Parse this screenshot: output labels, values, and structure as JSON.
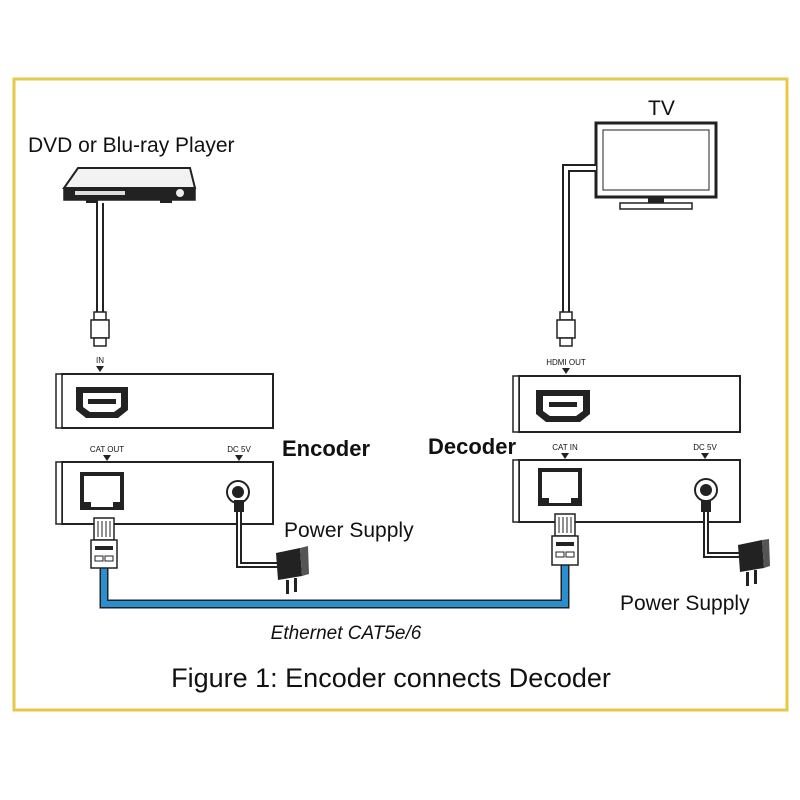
{
  "frame": {
    "border_color": "#e8c84a"
  },
  "devices": {
    "source": "DVD or Blu-ray Player",
    "display": "TV",
    "encoder": "Encoder",
    "decoder": "Decoder"
  },
  "ports": {
    "encoder_in": "IN",
    "encoder_cat_out": "CAT OUT",
    "encoder_dc": "DC 5V",
    "decoder_hdmi_out": "HDMI OUT",
    "decoder_cat_in": "CAT IN",
    "decoder_dc": "DC 5V"
  },
  "power": {
    "encoder_supply": "Power Supply",
    "decoder_supply": "Power Supply"
  },
  "cable": {
    "label": "Ethernet CAT5e/6",
    "color": "#2a8fd0"
  },
  "caption": "Figure 1: Encoder connects Decoder"
}
